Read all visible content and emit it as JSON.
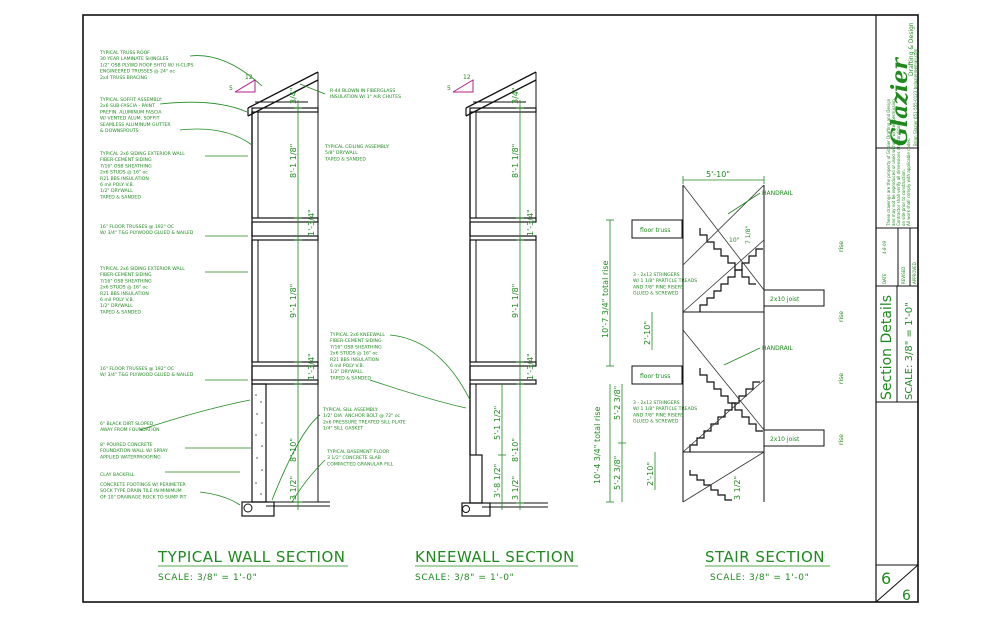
{
  "sections": {
    "wall": {
      "title": "TYPICAL WALL SECTION",
      "scale": "SCALE:   3/8\" = 1'-0\""
    },
    "knee": {
      "title": "KNEEWALL SECTION",
      "scale": "SCALE:   3/8\" = 1'-0\""
    },
    "stair": {
      "title": "STAIR SECTION",
      "scale": "SCALE:   3/8\" = 1'-0\""
    }
  },
  "wall_notes": [
    [
      "TYPICAL TRUSS ROOF",
      "30 YEAR LAMINATE SHINGLES",
      "1/2\" OSB PLYWD ROOF SHTG W/ H-CLIPS",
      "ENGINEERED TRUSSES @ 24\" oc",
      "2x4 TRUSS BRACING"
    ],
    [
      "TYPICAL SOFFIT ASSEMBLY:",
      "2x6 SUB-FASCIA - PAINT",
      "PREFIN. ALUMINUM FASCIA",
      "W/ VENTED ALUM. SOFFIT",
      "SEAMLESS ALUMINUM GUTTER",
      "& DOWNSPOUTS"
    ],
    [
      "TYPICAL 2x6 SIDING EXTERIOR WALL",
      "FIBER-CEMENT SIDING",
      "7/16\" OSB SHEATHING",
      "2x6 STUDS @ 16\" oc",
      "R21 BBS INSULATION",
      "6 mil POLY V.B.",
      "1/2\" DRYWALL",
      "TAPED & SANDED"
    ],
    [
      "16\" FLOOR TRUSSES @ 192\" OC",
      "W/ 3/4\" T&G PLYWOOD GLUED & NAILED"
    ],
    [
      "TYPICAL 2x6 SIDING EXTERIOR WALL",
      "FIBER-CEMENT SIDING",
      "7/16\" OSB SHEATHING",
      "2x6 STUDS @ 16\" oc",
      "R21 BBS INSULATION",
      "6 mil POLY V.B.",
      "1/2\" DRYWALL",
      "TAPED & SANDED"
    ],
    [
      "16\" FLOOR TRUSSES @ 192\" OC",
      "W/ 3/4\" T&G PLYWOOD GLUED & NAILED"
    ],
    [
      "6\" BLACK DIRT SLOPED",
      "AWAY FROM FOUNDATION"
    ],
    [
      "8\" POURED CONCRETE",
      "FOUNDATION WALL W/ SPRAY",
      "APPLIED WATERPROOFING"
    ],
    [
      "CLAY BACKFILL"
    ],
    [
      "CONCRETE FOOTINGS W/ PERIMETER",
      "SOCK TYPE DRAIN TILE IN MINIMUM",
      "OF 10\" DRAINAGE ROCK TO SUMP PIT"
    ]
  ],
  "mid_notes": [
    [
      "R-44 BLOWN IN FIBERGLASS",
      "INSULATION W/ 1\" AIR CHUTES"
    ],
    [
      "TYPICAL CEILING ASSEMBLY:",
      "5/8\" DRYWALL",
      "TAPED & SANDED"
    ],
    [
      "TYPICAL 2x6 KNEEWALL",
      "FIBER-CEMENT SIDING",
      "7/16\" OSB SHEATHING",
      "2x6 STUDS @ 16\" oc",
      "R21 BBS INSULATION",
      "6 mil POLY V.B.",
      "1/2\" DRYWALL",
      "TAPED & SANDED"
    ],
    [
      "TYPICAL SILL ASSEMBLY:",
      "1/2\" DIA. ANCHOR BOLT @ 72\" oc",
      "2x6 PRESSURE TREATED SILL PLATE",
      "1/4\" SILL GASKET"
    ],
    [
      "TYPICAL BASEMENT FLOOR",
      "3 1/2\" CONCRETE SLAB",
      "COMPACTED GRANULAR FILL"
    ]
  ],
  "wall_dims": [
    "3/4\"",
    "8'-1 1/8\"",
    "1'-3/4\"",
    "9'-1 1/8\"",
    "1'-3/4\"",
    "8'-10\"",
    "3 1/2\""
  ],
  "knee_dims": [
    "3/4\"",
    "8'-1 1/8\"",
    "1'-3/4\"",
    "9'-1 1/8\"",
    "1'-3/4\"",
    "5'-1 1/2\"",
    "8'-10\"",
    "3'-8 1/2\"",
    "3 1/2\""
  ],
  "pitch": {
    "run": "12",
    "rise": "5"
  },
  "stair": {
    "width": "5'-10\"",
    "tread": "10\"",
    "riser": "7 1/8\"",
    "upper_total": "10'-7 3/4\"  total rise",
    "lower_total": "10'-4 3/4\"  total rise",
    "lower_a": "5'-2 3/8\"",
    "lower_b": "5'-2 3/8\"",
    "landing_upper": "2'-10\"",
    "landing_lower": "2'-10\"",
    "bottom": "3 1/2\"",
    "handrail": "HANDRAIL",
    "floor_truss": "floor truss",
    "joist": "2x10 joist",
    "stringer_note": [
      "3 - 2x12 STRINGERS",
      "W/ 1 1/8\" PARTICLE TREADS",
      "AND 7/8\" PINE RISERS",
      "GLUED & SCREWED"
    ],
    "rise_labels": [
      "rise",
      "rise",
      "rise",
      "rise"
    ]
  },
  "title_block": {
    "company_script": "Glazier",
    "company_tail": "Drafting & Design",
    "contact": "Brian Glazier    651-555-0123    bglazier@email.com",
    "notes_lines": [
      "These drawings are the property of Glazier Drafting and Design",
      "and may not be reproduced or used without written permission.",
      "Contractor shall verify all dimensions and conditions",
      "on site prior to construction.",
      "All work shall comply with applicable codes."
    ],
    "date_label": "DATE",
    "date_value": "4-8-09",
    "revised_label": "REVISED",
    "approved_label": "APPROVED",
    "sheet_title": "Section Details",
    "sheet_scale": "SCALE: 3/8\" = 1'-0\"",
    "sheet_num": "6",
    "sheet_total": "6"
  }
}
